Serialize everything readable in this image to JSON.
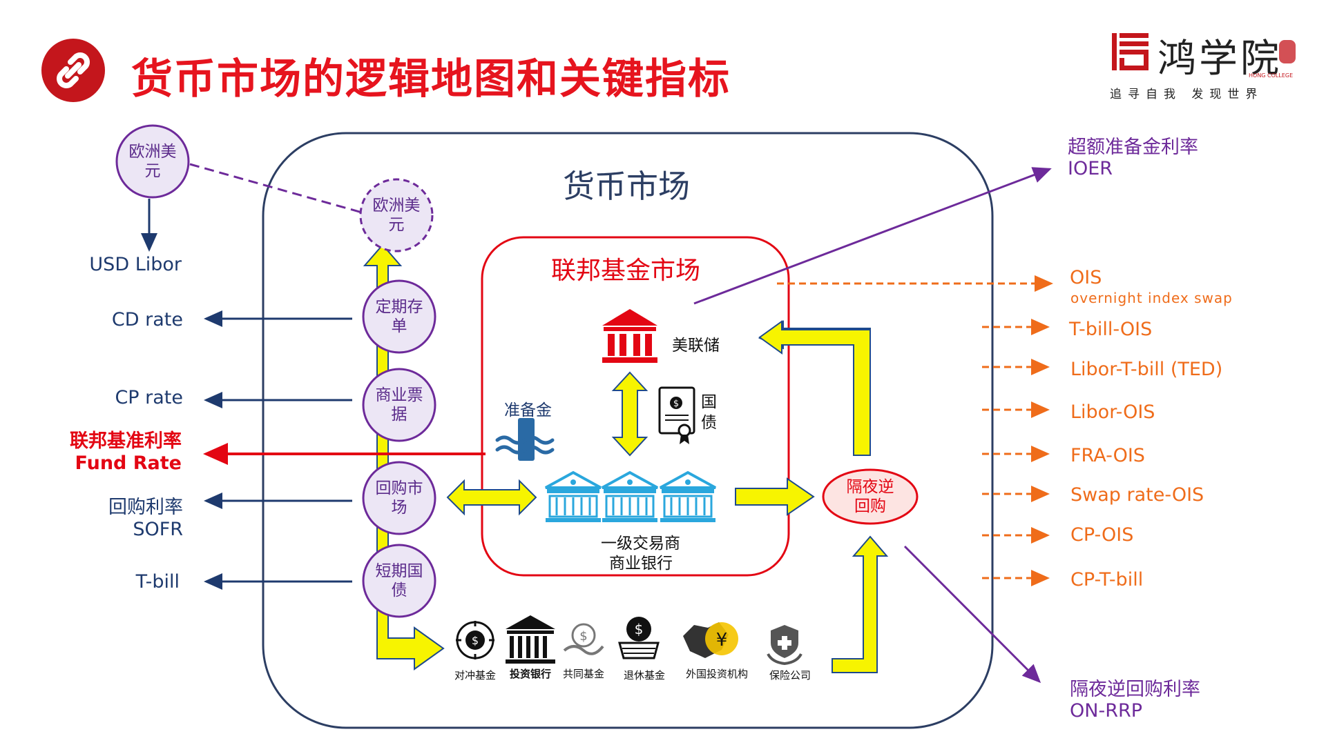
{
  "header": {
    "title": "货币市场的逻辑地图和关键指标",
    "logo_text": "鸿学院",
    "logo_en": "HONG COLLEGE",
    "logo_slogan": "追寻自我 发现世界"
  },
  "diagram": {
    "money_market_label": "货币市场",
    "fed_funds_market_label": "联邦基金市场",
    "euro_dollar_outer": "欧洲美元",
    "usd_libor": "USD Libor",
    "vertical_nodes": [
      "欧洲美元",
      "定期存单",
      "商业票据",
      "回购市场",
      "短期国债"
    ],
    "left_labels": {
      "cd_rate": "CD rate",
      "cp_rate": "CP rate",
      "fed_fund_cn": "联邦基准利率",
      "fed_fund_en": "Fund Rate",
      "repo_cn": "回购利率",
      "repo_en": "SOFR",
      "tbill": "T-bill"
    },
    "fed_label": "美联储",
    "treasury_label": "国债",
    "reserves_label": "准备金",
    "dealers_line1": "一级交易商",
    "dealers_line2": "商业银行",
    "on_rrp_node": "隔夜逆回购",
    "institutions": [
      "对冲基金",
      "投资银行",
      "共同基金",
      "退休基金",
      "外国投资机构",
      "保险公司"
    ],
    "ioer_cn": "超额准备金利率",
    "ioer_en": "IOER",
    "ois": "OIS",
    "ois_sub": "overnight index swap",
    "spreads": [
      "T-bill-OIS",
      "Libor-T-bill (TED)",
      "Libor-OIS",
      "FRA-OIS",
      "Swap rate-OIS",
      "CP-OIS",
      "CP-T-bill"
    ],
    "onrrp_cn": "隔夜逆回购利率",
    "onrrp_en": "ON-RRP"
  },
  "colors": {
    "title_red": "#e6141e",
    "navy": "#1e3a6e",
    "purple": "#6d2a9a",
    "orange": "#ef6c1a",
    "yellow": "#f7f400",
    "bank_blue": "#2aa7dd"
  }
}
